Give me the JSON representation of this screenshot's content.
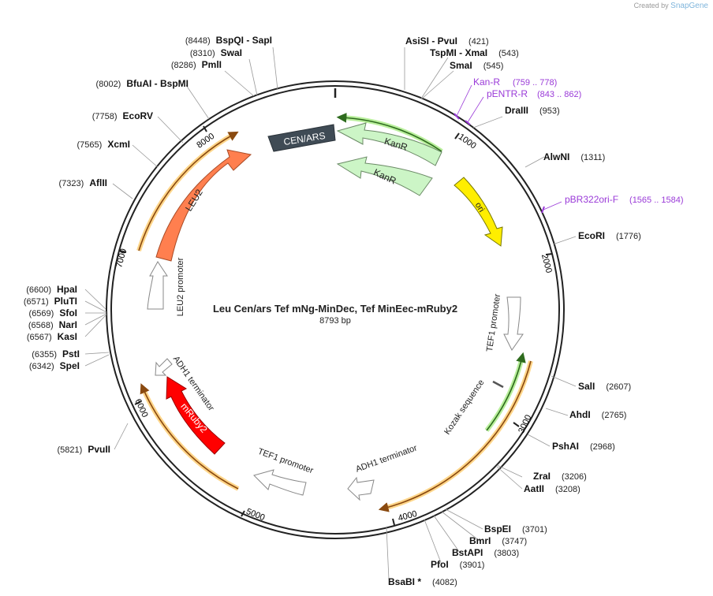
{
  "branding": {
    "prefix": "Created by",
    "name": "SnapGene"
  },
  "plasmid": {
    "name": "Leu Cen/ars Tef mNg-MinDec, Tef MinEec-mRuby2",
    "size_label": "8793 bp",
    "length": 8793
  },
  "colors": {
    "kanr": "#ccf5c6",
    "ori": "#ffee00",
    "leu2": "#ff7f4f",
    "mruby2": "#ff0000",
    "cen_ars": "#3f4b55",
    "primer": "#9a3ad8",
    "orf_orange": "#ffc472",
    "orf_green": "#9fe07b",
    "promoter": "#ffffff"
  },
  "ticks": [
    "1000",
    "2000",
    "3000",
    "4000",
    "5000",
    "6000",
    "7000",
    "8000"
  ],
  "features": [
    {
      "id": "cen_ars",
      "label": "CEN/ARS"
    },
    {
      "id": "kanr1",
      "label": "KanR"
    },
    {
      "id": "kanr2",
      "label": "KanR"
    },
    {
      "id": "ori",
      "label": "ori"
    },
    {
      "id": "leu2",
      "label": "LEU2"
    },
    {
      "id": "leu2_promoter",
      "label": "LEU2 promoter"
    },
    {
      "id": "tef1_promoter_right",
      "label": "TEF1 promoter"
    },
    {
      "id": "kozak",
      "label": "Kozak sequence"
    },
    {
      "id": "adh1_term_bottom",
      "label": "ADH1 terminator"
    },
    {
      "id": "tef1_promoter_bottom",
      "label": "TEF1 promoter"
    },
    {
      "id": "mruby2",
      "label": "mRuby2"
    },
    {
      "id": "adh1_term_left",
      "label": "ADH1 terminator"
    }
  ],
  "sites": [
    {
      "id": "bspqi",
      "name": "BspQI  - SapI",
      "pos": "(8448)"
    },
    {
      "id": "swai",
      "name": "SwaI",
      "pos": "(8310)"
    },
    {
      "id": "pmli",
      "name": "PmlI",
      "pos": "(8286)"
    },
    {
      "id": "bfuai",
      "name": "BfuAI  - BspMI",
      "pos": "(8002)"
    },
    {
      "id": "ecorv",
      "name": "EcoRV",
      "pos": "(7758)"
    },
    {
      "id": "xcmi",
      "name": "XcmI",
      "pos": "(7565)"
    },
    {
      "id": "aflii",
      "name": "AflII",
      "pos": "(7323)"
    },
    {
      "id": "hpai",
      "name": "HpaI",
      "pos": "(6600)"
    },
    {
      "id": "pluti",
      "name": "PluTI",
      "pos": "(6571)"
    },
    {
      "id": "sfoi",
      "name": "SfoI",
      "pos": "(6569)"
    },
    {
      "id": "nari",
      "name": "NarI",
      "pos": "(6568)"
    },
    {
      "id": "kasi",
      "name": "KasI",
      "pos": "(6567)"
    },
    {
      "id": "psti",
      "name": "PstI",
      "pos": "(6355)"
    },
    {
      "id": "spei",
      "name": "SpeI",
      "pos": "(6342)"
    },
    {
      "id": "pvuii",
      "name": "PvuII",
      "pos": "(5821)"
    },
    {
      "id": "asisi",
      "name": "AsiSI  - PvuI",
      "pos": "(421)"
    },
    {
      "id": "tspmi",
      "name": "TspMI  - XmaI",
      "pos": "(543)"
    },
    {
      "id": "smai",
      "name": "SmaI",
      "pos": "(545)"
    },
    {
      "id": "draiii",
      "name": "DraIII",
      "pos": "(953)"
    },
    {
      "id": "alwni",
      "name": "AlwNI",
      "pos": "(1311)"
    },
    {
      "id": "ecori",
      "name": "EcoRI",
      "pos": "(1776)"
    },
    {
      "id": "sali",
      "name": "SalI",
      "pos": "(2607)"
    },
    {
      "id": "ahdi",
      "name": "AhdI",
      "pos": "(2765)"
    },
    {
      "id": "pshai",
      "name": "PshAI",
      "pos": "(2968)"
    },
    {
      "id": "zrai",
      "name": "ZraI",
      "pos": "(3206)"
    },
    {
      "id": "aatii",
      "name": "AatII",
      "pos": "(3208)"
    },
    {
      "id": "bspei",
      "name": "BspEI",
      "pos": "(3701)"
    },
    {
      "id": "bmri",
      "name": "BmrI",
      "pos": "(3747)"
    },
    {
      "id": "bstapi",
      "name": "BstAPI",
      "pos": "(3803)"
    },
    {
      "id": "pfoi",
      "name": "PfoI",
      "pos": "(3901)"
    },
    {
      "id": "bsabi",
      "name": "BsaBI *",
      "pos": "(4082)"
    }
  ],
  "primers": [
    {
      "id": "kan_r",
      "name": "Kan-R",
      "range": "(759 .. 778)"
    },
    {
      "id": "pentr_r",
      "name": "pENTR-R",
      "range": "(843 .. 862)"
    },
    {
      "id": "pbr322ori_f",
      "name": "pBR322ori-F",
      "range": "(1565 .. 1584)"
    }
  ]
}
